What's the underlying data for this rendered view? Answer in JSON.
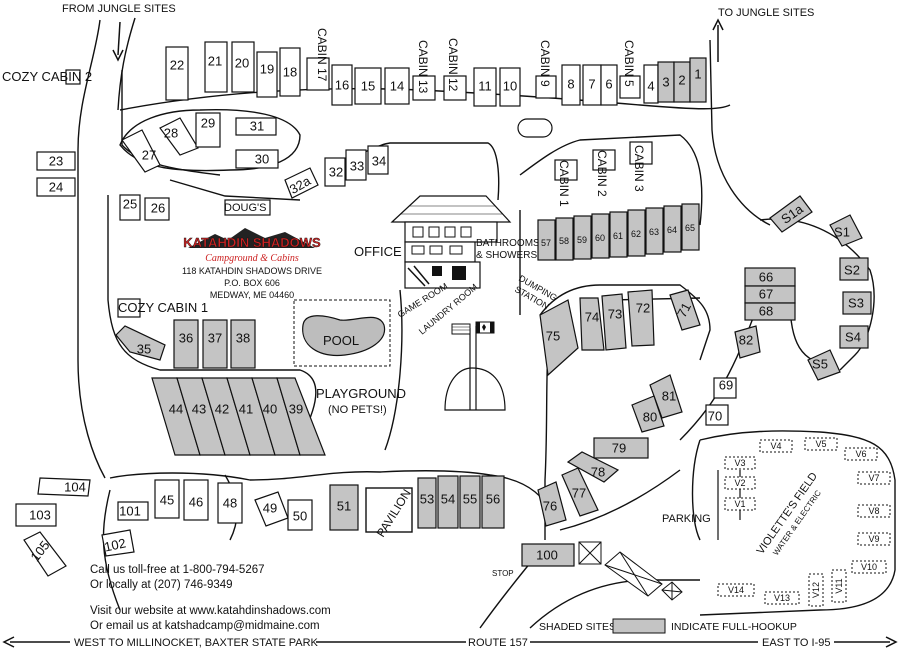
{
  "directions": {
    "from_jungle": "FROM JUNGLE SITES",
    "to_jungle": "TO JUNGLE SITES",
    "west": "WEST TO MILLINOCKET, BAXTER STATE PARK",
    "route": "ROUTE 157",
    "east": "EAST TO I-95"
  },
  "logo": {
    "name": "KATAHDIN SHADOWS",
    "tagline": "Campground & Cabins",
    "address_line1": "118 KATAHDIN SHADOWS DRIVE",
    "address_line2": "P.O. BOX 606",
    "address_line3": "MEDWAY, ME  04460"
  },
  "landmarks": {
    "office": "OFFICE",
    "bathrooms_line1": "BATHROOMS",
    "bathrooms_line2": "& SHOWERS",
    "dumping_line1": "DUMPING",
    "dumping_line2": "STATION",
    "game_room": "GAME ROOM",
    "laundry_room": "LAUNDRY ROOM",
    "pool": "POOL",
    "playground": "PLAYGROUND",
    "no_pets": "(NO PETS!)",
    "pavilion": "PAVILION",
    "parking": "PARKING",
    "stop": "STOP",
    "dougs": "DOUG'S",
    "cozy_cabin_1": "COZY CABIN 1",
    "cozy_cabin_2": "COZY CABIN 2",
    "violettes_field": "VIOLETTE'S FIELD",
    "water_electric": "WATER & ELECTRIC"
  },
  "cabins": {
    "c1": "CABIN 1",
    "c2": "CABIN 2",
    "c3": "CABIN 3",
    "c5": "CABIN 5",
    "c9": "CABIN 9",
    "c12": "CABIN 12",
    "c13": "CABIN 13",
    "c17": "CABIN 17"
  },
  "sites": {
    "s1": "1",
    "s2": "2",
    "s3": "3",
    "s4": "4",
    "s6": "6",
    "s7": "7",
    "s8": "8",
    "s10": "10",
    "s11": "11",
    "s14": "14",
    "s15": "15",
    "s16": "16",
    "s18": "18",
    "s19": "19",
    "s20": "20",
    "s21": "21",
    "s22": "22",
    "s23": "23",
    "s24": "24",
    "s25": "25",
    "s26": "26",
    "s27": "27",
    "s28": "28",
    "s29": "29",
    "s30": "30",
    "s31": "31",
    "s32": "32",
    "s32a": "32a",
    "s33": "33",
    "s34": "34",
    "s35": "35",
    "s36": "36",
    "s37": "37",
    "s38": "38",
    "s39": "39",
    "s40": "40",
    "s41": "41",
    "s42": "42",
    "s43": "43",
    "s44": "44",
    "s45": "45",
    "s46": "46",
    "s48": "48",
    "s49": "49",
    "s50": "50",
    "s51": "51",
    "s53": "53",
    "s54": "54",
    "s55": "55",
    "s56": "56",
    "s57": "57",
    "s58": "58",
    "s59": "59",
    "s60": "60",
    "s61": "61",
    "s62": "62",
    "s63": "63",
    "s64": "64",
    "s65": "65",
    "s66": "66",
    "s67": "67",
    "s68": "68",
    "s69": "69",
    "s70": "70",
    "s71": "71",
    "s72": "72",
    "s73": "73",
    "s74": "74",
    "s75": "75",
    "s76": "76",
    "s77": "77",
    "s78": "78",
    "s79": "79",
    "s80": "80",
    "s81": "81",
    "s82": "82",
    "s100": "100",
    "s101": "101",
    "s102": "102",
    "s103": "103",
    "s104": "104",
    "s105": "105",
    "sS1": "S1",
    "sS1a": "S1a",
    "sS2": "S2",
    "sS3": "S3",
    "sS4": "S4",
    "sS5": "S5",
    "v1": "V1",
    "v2": "V2",
    "v3": "V3",
    "v4": "V4",
    "v5": "V5",
    "v6": "V6",
    "v7": "V7",
    "v8": "V8",
    "v9": "V9",
    "v10": "V10",
    "v11": "V11",
    "v12": "V12",
    "v13": "V13",
    "v14": "V14"
  },
  "contact": {
    "line1": "Call us toll-free at 1-800-794-5267",
    "line2": "Or locally at (207) 746-9349",
    "line3": "Visit our website at www.katahdinshadows.com",
    "line4": "Or email us at katshadcamp@midmaine.com"
  },
  "legend": {
    "shaded": "SHADED SITES",
    "full_hookup": "INDICATE FULL-HOOKUP"
  },
  "colors": {
    "full_hookup_fill": "#c4c4c4",
    "logo_red": "#cc2222"
  }
}
